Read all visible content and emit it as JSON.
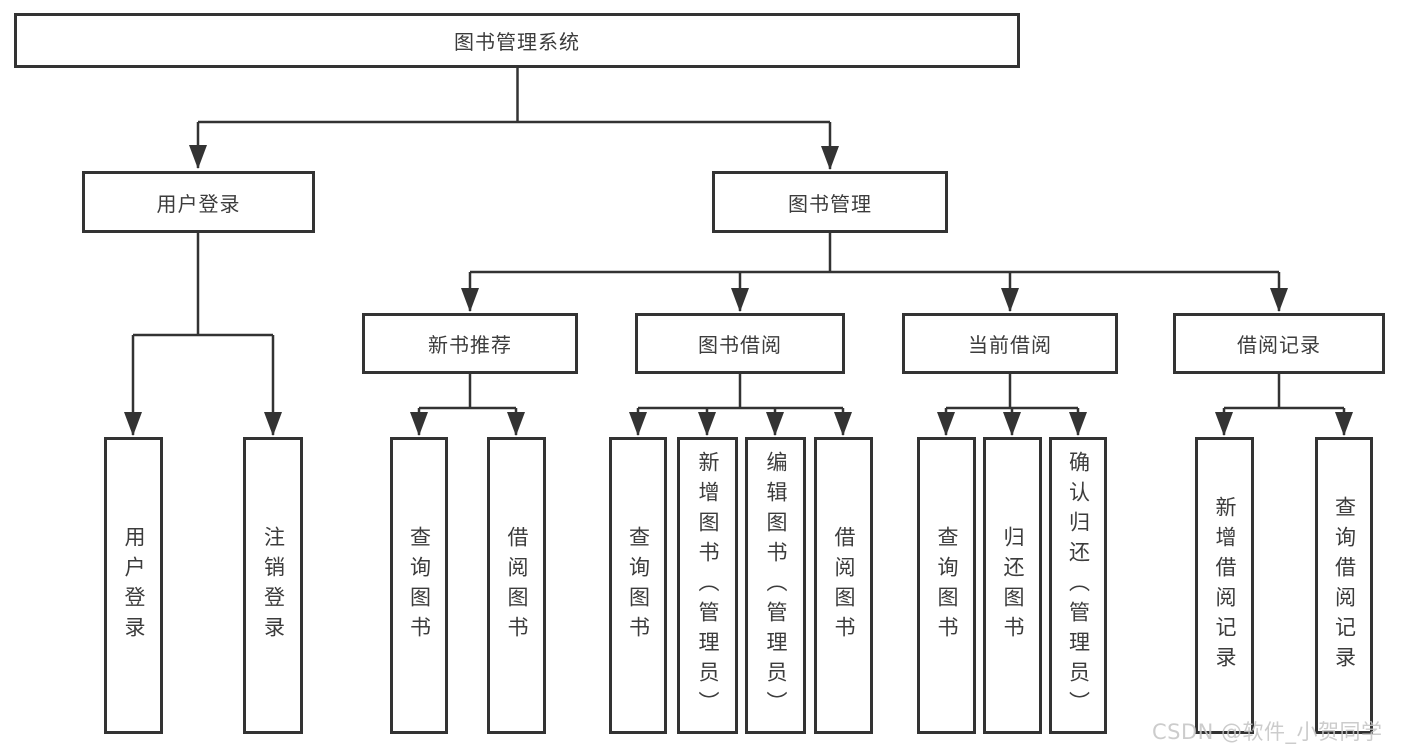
{
  "diagram": {
    "nodes": {
      "root": "图书管理系统",
      "l2_user": "用户登录",
      "l2_book": "图书管理",
      "l3_newbook": "新书推荐",
      "l3_borrow": "图书借阅",
      "l3_current": "当前借阅",
      "l3_record": "借阅记录",
      "leaf_user_login": "用户登录",
      "leaf_user_logout": "注销登录",
      "leaf_nb_query": "查询图书",
      "leaf_nb_borrow": "借阅图书",
      "leaf_bb_query": "查询图书",
      "leaf_bb_add": "新增图书（管理员）",
      "leaf_bb_edit": "编辑图书（管理员）",
      "leaf_bb_borrow": "借阅图书",
      "leaf_cb_query": "查询图书",
      "leaf_cb_return": "归还图书",
      "leaf_cb_confirm": "确认归还（管理员）",
      "leaf_br_add": "新增借阅记录",
      "leaf_br_query": "查询借阅记录"
    },
    "colors": {
      "line": "#333333",
      "text": "#3c3c3c",
      "box_background": "#ffffff",
      "watermark": "#c6c6c6"
    }
  },
  "watermark": "CSDN @软件_小贺同学"
}
